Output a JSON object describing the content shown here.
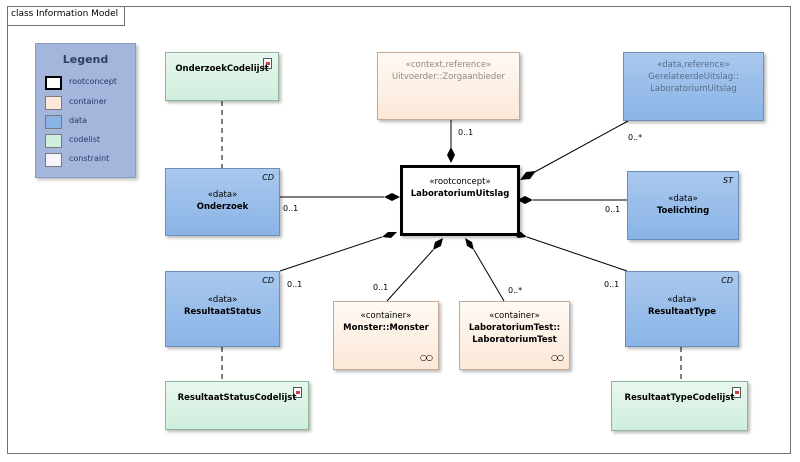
{
  "frame": {
    "title": "class Information Model"
  },
  "legend": {
    "title": "Legend",
    "items": [
      {
        "label": "rootconcept",
        "color": "#ffffff",
        "border": "#000000"
      },
      {
        "label": "container",
        "color": "#fbe8d8",
        "border": "#7a7a7a"
      },
      {
        "label": "data",
        "color": "#8ab4e6",
        "border": "#7a7a7a"
      },
      {
        "label": "codelist",
        "color": "#cfeedd",
        "border": "#7a7a7a"
      },
      {
        "label": "constraint",
        "color": "#f4f4fb",
        "border": "#7a7a7a"
      }
    ]
  },
  "classes": {
    "onderzoek_codelijst": {
      "name": "OnderzoekCodelijst"
    },
    "uitvoerder": {
      "stereotype": "«context,reference»",
      "name": "Uitvoerder::Zorgaanbieder"
    },
    "gerelateerde": {
      "stereotype": "«data,reference»",
      "name_line1": "GerelateerdeUitslag::",
      "name_line2": "LaboratoriumUitslag"
    },
    "root": {
      "stereotype": "«rootconcept»",
      "name": "LaboratoriumUitslag"
    },
    "onderzoek": {
      "stereotype": "«data»",
      "name": "Onderzoek",
      "tag": "CD"
    },
    "toelichting": {
      "stereotype": "«data»",
      "name": "Toelichting",
      "tag": "ST"
    },
    "resultaat_status": {
      "stereotype": "«data»",
      "name": "ResultaatStatus",
      "tag": "CD"
    },
    "monster": {
      "stereotype": "«container»",
      "name": "Monster::Monster"
    },
    "lab_test": {
      "stereotype": "«container»",
      "name_line1": "LaboratoriumTest::",
      "name_line2": "LaboratoriumTest"
    },
    "resultaat_type": {
      "stereotype": "«data»",
      "name": "ResultaatType",
      "tag": "CD"
    },
    "resultaat_status_codelijst": {
      "name": "ResultaatStatusCodelijst"
    },
    "resultaat_type_codelijst": {
      "name": "ResultaatTypeCodelijst"
    }
  },
  "multiplicities": {
    "uitvoerder": "0..1",
    "gerelateerde": "0..*",
    "onderzoek": "0..1",
    "toelichting": "0..1",
    "resultaat_status": "0..1",
    "monster": "0..1",
    "lab_test": "0..*",
    "resultaat_type": "0..1"
  }
}
